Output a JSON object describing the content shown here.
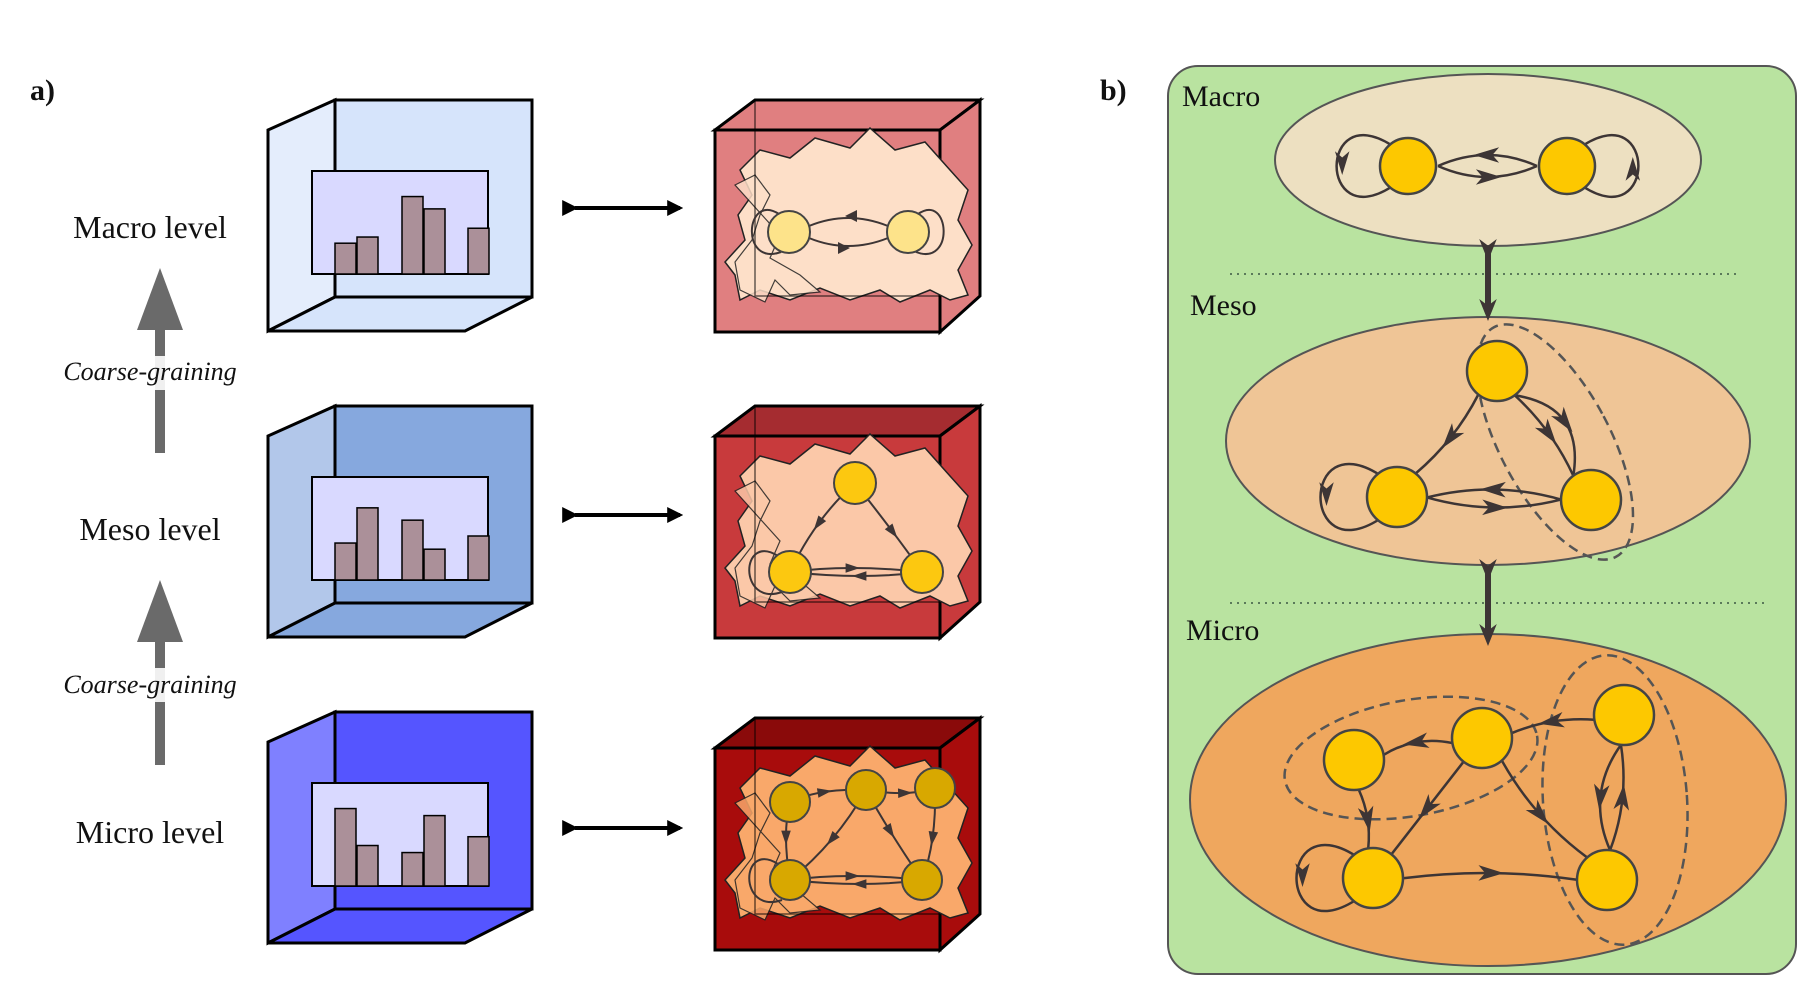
{
  "panel_a": {
    "label": "a)",
    "levels": [
      {
        "label": "Macro level",
        "cube_color": "#d6e4fb",
        "side_color": "#e4edfc",
        "bars": [
          0.35,
          0.42,
          0.88,
          0.74,
          0.52
        ],
        "network_color": "#e07f80",
        "network_top": "#e07f80",
        "node_color": "#fde38a"
      },
      {
        "label": "Meso level",
        "cube_color": "#86a8de",
        "side_color": "#b2c7ea",
        "bars": [
          0.42,
          0.82,
          0.68,
          0.35,
          0.5
        ],
        "network_color": "#c83a3c",
        "network_top": "#a52c30",
        "node_color": "#fcc810"
      },
      {
        "label": "Micro level",
        "cube_color": "#5555ff",
        "side_color": "#7f80ff",
        "bars": [
          0.88,
          0.46,
          0.38,
          0.8,
          0.56
        ],
        "network_color": "#a80c0c",
        "network_top": "#8a0a0a",
        "node_color": "#d8a800"
      }
    ],
    "coarse_graining": [
      "Coarse-graining",
      "Coarse-graining"
    ]
  },
  "panel_b": {
    "label": "b)",
    "background_color": "#b9e3a0",
    "levels": [
      {
        "label": "Macro",
        "fill": "#ede0c1"
      },
      {
        "label": "Meso",
        "fill": "#efc596"
      },
      {
        "label": "Micro",
        "fill": "#efa75e"
      }
    ],
    "node_color": "#fdc800"
  },
  "colors": {
    "bar_fill": "#ab9099",
    "histogram_bg": "#d9d9ff",
    "arrow_gray": "#6a6a6a",
    "edge_dark": "#3d3535"
  }
}
